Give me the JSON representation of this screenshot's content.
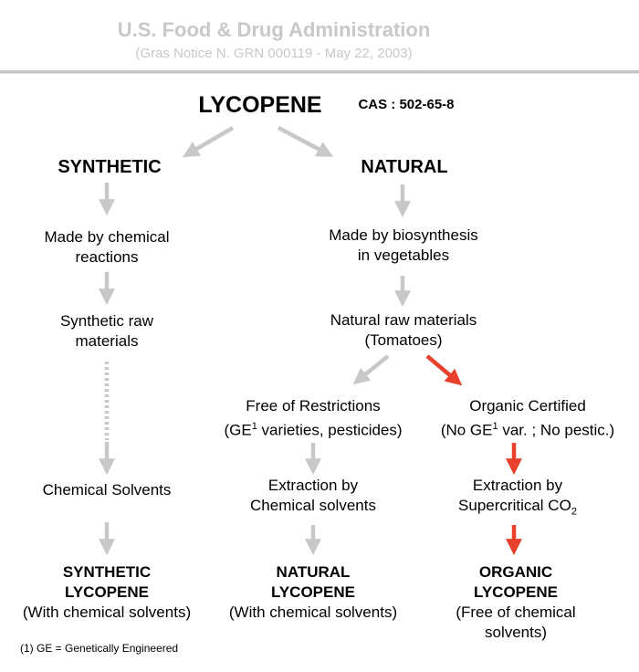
{
  "header": {
    "title": "U.S. Food & Drug Administration",
    "subtitle": "(Gras Notice N. GRN 000119 - May 22, 2003)"
  },
  "main": {
    "title": "LYCOPENE",
    "cas": "CAS : 502-65-8"
  },
  "synthetic": {
    "heading": "SYNTHETIC",
    "step1": [
      "Made by chemical",
      "reactions"
    ],
    "step2": [
      "Synthetic raw",
      "materials"
    ],
    "step3": "Chemical  Solvents",
    "result": {
      "line1": "SYNTHETIC",
      "line2": "LYCOPENE",
      "line3": "(With chemical solvents)"
    }
  },
  "natural": {
    "heading": "NATURAL",
    "step1": [
      "Made by  biosynthesis",
      "in vegetables"
    ],
    "step2": [
      "Natural raw materials",
      "(Tomatoes)"
    ],
    "free": {
      "line1": "Free  of  Restrictions",
      "line2_pre": "(GE",
      "sup": "1",
      "line2_post": " varieties, pesticides)",
      "extraction": [
        "Extraction by",
        "Chemical solvents"
      ],
      "result": {
        "line1": "NATURAL",
        "line2": "LYCOPENE",
        "line3": "(With chemical solvents)"
      }
    },
    "organic": {
      "line1": "Organic  Certified",
      "line2_pre": "(No GE",
      "sup": "1",
      "line2_post": " var. ; No pestic.)",
      "extraction_line1": "Extraction by",
      "extraction_line2_pre": "Supercritical CO",
      "sub": "2",
      "result": {
        "line1": "ORGANIC",
        "line2": "LYCOPENE",
        "line3": "(Free of chemical",
        "line4": "solvents)"
      }
    }
  },
  "footnote": "(1) GE = Genetically Engineered",
  "colors": {
    "gray_arrow": "#c8c8c8",
    "red_arrow": "#e8402a",
    "header_text": "#c8c8c8"
  }
}
